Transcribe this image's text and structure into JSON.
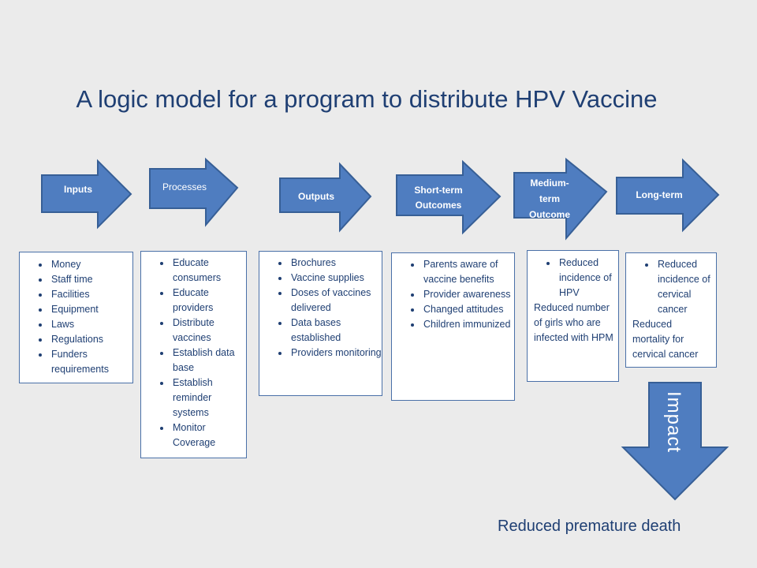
{
  "title": "A logic model for a program to distribute HPV Vaccine",
  "stages": [
    {
      "label": "Inputs",
      "bullets": [
        "Money",
        "Staff time",
        "Facilities",
        "Equipment",
        "Laws",
        "Regulations",
        "Funders requirements"
      ],
      "notes": []
    },
    {
      "label": "Processes",
      "bullets": [
        "Educate consumers",
        "Educate providers",
        "Distribute vaccines",
        "Establish data base",
        "Establish reminder systems",
        "Monitor Coverage"
      ],
      "notes": []
    },
    {
      "label": "Outputs",
      "bullets": [
        "Brochures",
        "Vaccine supplies",
        "Doses of vaccines delivered",
        "Data bases established",
        "Providers monitoring"
      ],
      "notes": []
    },
    {
      "label": "Short-term Outcomes",
      "bullets": [
        "Parents aware of vaccine benefits",
        "Provider awareness",
        "Changed attitudes",
        "Children immunized"
      ],
      "notes": []
    },
    {
      "label": "Medium-term Outcome",
      "bullets": [
        "Reduced incidence of HPV"
      ],
      "notes": [
        "Reduced number of girls who are infected with HPM"
      ]
    },
    {
      "label": "Long-term",
      "bullets": [
        "Reduced incidence of cervical cancer"
      ],
      "notes": [
        "Reduced mortality for cervical cancer"
      ]
    }
  ],
  "impact": {
    "label": "Impact",
    "result": "Reduced premature death"
  },
  "colors": {
    "arrow_fill": "#4f7dc0",
    "arrow_stroke": "#375f96",
    "text": "#1f3f73",
    "box_border": "#4a70a8"
  }
}
